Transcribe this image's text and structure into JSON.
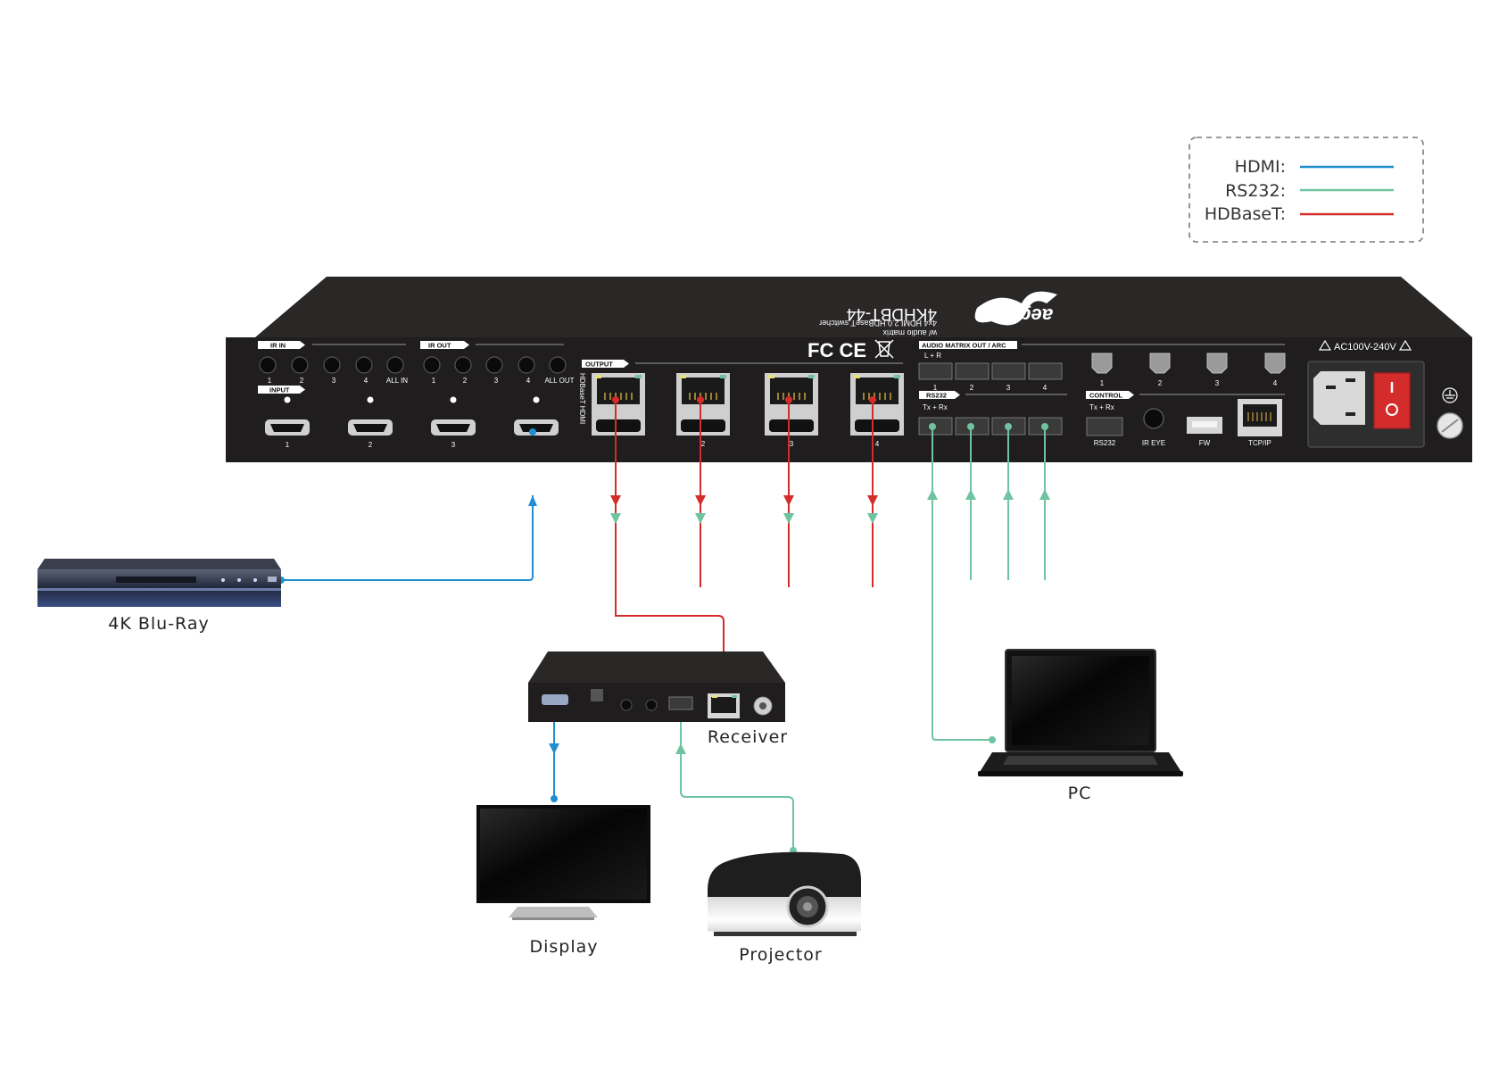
{
  "legend": {
    "items": [
      {
        "label": "HDMI:",
        "color": "#1f8fd0"
      },
      {
        "label": "RS232:",
        "color": "#6fc3a0"
      },
      {
        "label": "HDBaseT:",
        "color": "#d42b2b"
      }
    ]
  },
  "colors": {
    "hdmi": "#1f8fd0",
    "rs232": "#6fc3a0",
    "hdbaset": "#d42b2b",
    "chassis": "#1f1d1d"
  },
  "devices": {
    "bluray": "4K Blu-Ray",
    "receiver": "Receiver",
    "display": "Display",
    "projector": "Projector",
    "pc": "PC"
  },
  "matrix": {
    "brand": "aegis",
    "model": "4KHDBT-44",
    "subtitle": "4x4 HDMI 2.0 HDBaseT switcher",
    "subtitle2": "w/ audio matrix",
    "ir_in": "IR IN",
    "ir_out": "IR OUT",
    "input": "INPUT",
    "output": "OUTPUT",
    "all_in": "ALL IN",
    "all_out": "ALL OUT",
    "hdbaset_hdmi": "HDBaseT  HDMI",
    "audio_matrix": "AUDIO MATRIX OUT / ARC",
    "lr": "L  +  R",
    "rs232": "RS232",
    "txrx": "Tx  +  Rx",
    "control": "CONTROL",
    "rs232_label": "RS232",
    "ir_eye": "IR EYE",
    "fw": "FW",
    "tcpip": "TCP/IP",
    "power": "AC100V-240V",
    "cert": "FC CE",
    "n1": "1",
    "n2": "2",
    "n3": "3",
    "n4": "4"
  }
}
